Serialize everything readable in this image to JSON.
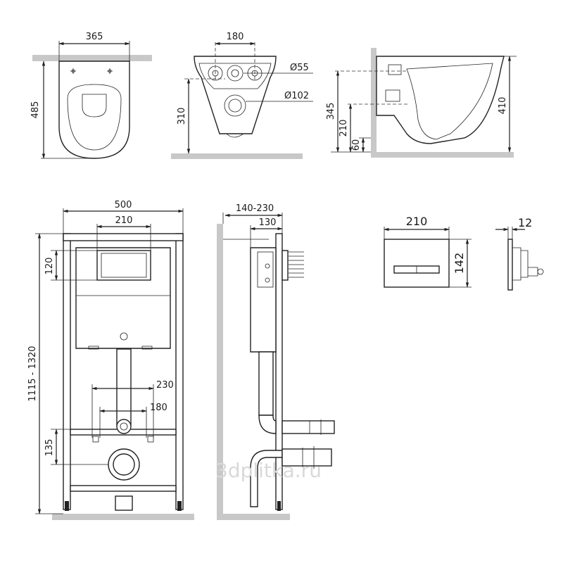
{
  "watermark": "3dplitka.ru",
  "views": {
    "top_view": {
      "width": "365",
      "depth": "485"
    },
    "rear_view": {
      "mount_spacing": "180",
      "inlet_dia": "Ø55",
      "outlet_dia": "Ø102",
      "outlet_height": "310"
    },
    "side_view": {
      "inlet_height": "345",
      "outlet_height": "210",
      "floor_clearance": "60",
      "total_height": "410"
    },
    "frame_front": {
      "width": "500",
      "cistern_opening": "210",
      "panel_height": "120",
      "height_range": "1115 - 1320",
      "bolt_spacing_outer": "230",
      "bolt_spacing_inner": "180",
      "outlet_height": "135"
    },
    "frame_side": {
      "wall_offset": "140-230",
      "depth": "130"
    },
    "flush_plate": {
      "width": "210",
      "height": "142",
      "thickness": "12"
    }
  }
}
